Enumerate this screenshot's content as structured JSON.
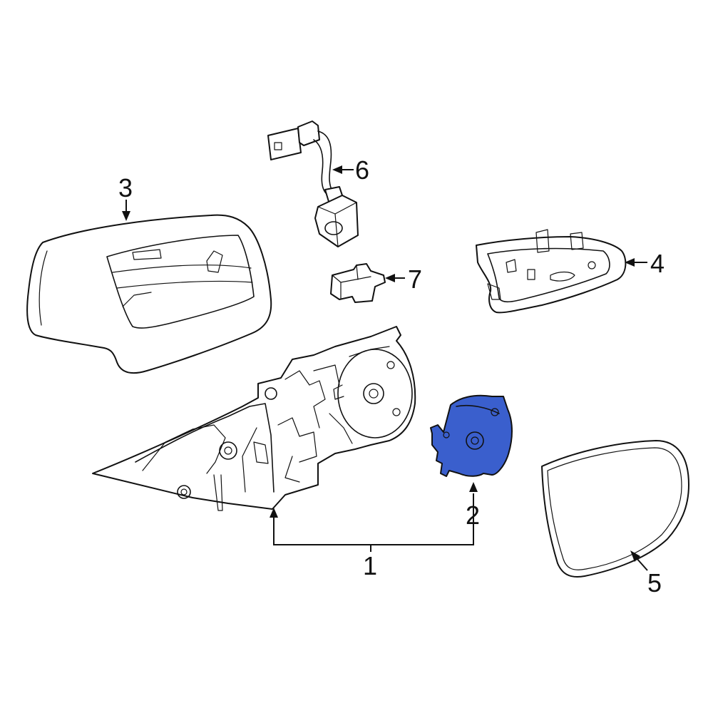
{
  "colors": {
    "highlight_fill": "#3a5fcd",
    "line": "#111111",
    "background": "#ffffff"
  },
  "callouts": {
    "c1": "1",
    "c2": "2",
    "c3": "3",
    "c4": "4",
    "c5": "5",
    "c6": "6",
    "c7": "7"
  },
  "highlighted_part": "2"
}
